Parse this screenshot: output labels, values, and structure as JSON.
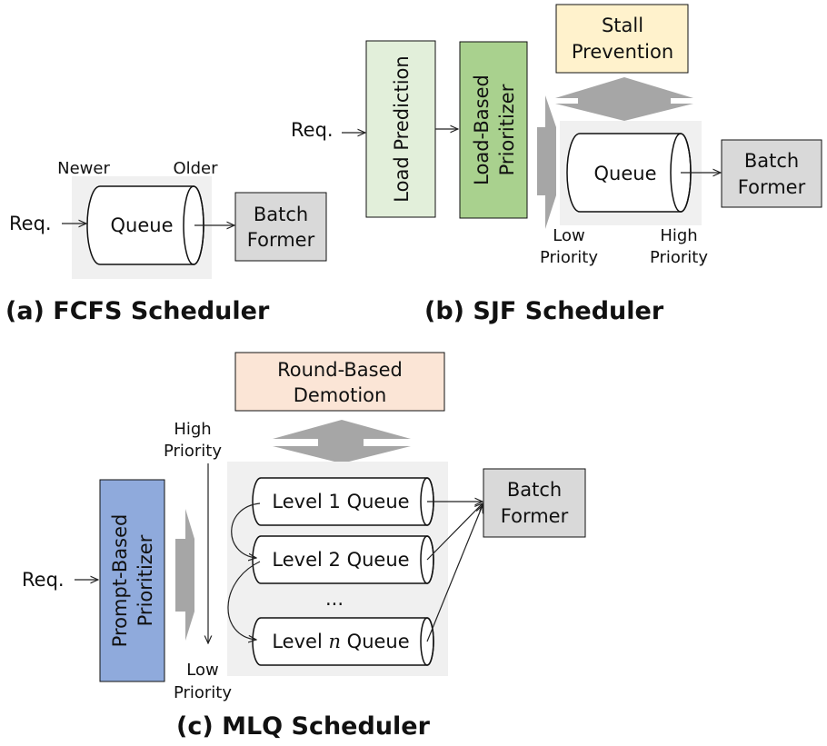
{
  "colors": {
    "panel_gray": "#f0f0f0",
    "batch_fill": "#d9d9d9",
    "load_prediction_fill": "#e2efda",
    "load_prioritizer_fill": "#a9d18e",
    "stall_fill": "#fff2cc",
    "demotion_fill": "#fbe5d6",
    "prompt_prioritizer_fill": "#8faadc",
    "arrow_gray": "#a6a6a6"
  },
  "fcfs": {
    "req": "Req.",
    "newer": "Newer",
    "older": "Older",
    "queue": "Queue",
    "batch_line1": "Batch",
    "batch_line2": "Former",
    "caption": "(a) FCFS Scheduler"
  },
  "sjf": {
    "req": "Req.",
    "load_prediction": "Load Prediction",
    "prioritizer_line1": "Load-Based",
    "prioritizer_line2": "Prioritizer",
    "stall_line1": "Stall",
    "stall_line2": "Prevention",
    "queue": "Queue",
    "batch_line1": "Batch",
    "batch_line2": "Former",
    "low_line1": "Low",
    "low_line2": "Priority",
    "high_line1": "High",
    "high_line2": "Priority",
    "caption": "(b) SJF Scheduler"
  },
  "mlq": {
    "req": "Req.",
    "prioritizer_line1": "Prompt-Based",
    "prioritizer_line2": "Prioritizer",
    "demotion_line1": "Round-Based",
    "demotion_line2": "Demotion",
    "high_line1": "High",
    "high_line2": "Priority",
    "low_line1": "Low",
    "low_line2": "Priority",
    "level1": "Level 1 Queue",
    "level2": "Level 2 Queue",
    "ellipsis": "...",
    "leveln_prefix": "Level ",
    "leveln_var": "n",
    "leveln_suffix": " Queue",
    "batch_line1": "Batch",
    "batch_line2": "Former",
    "caption": "(c) MLQ Scheduler"
  }
}
